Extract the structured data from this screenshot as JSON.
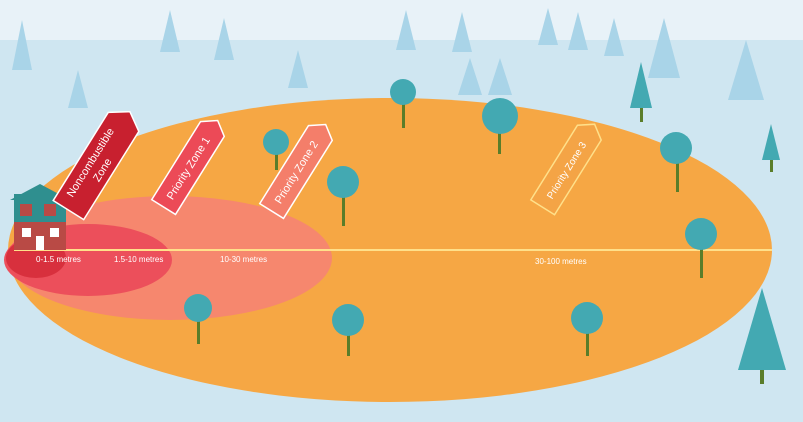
{
  "zones": [
    {
      "label": "Noncombustible Zone",
      "line1": "Noncombustible",
      "line2": "Zone"
    },
    {
      "label": "Priority Zone 1"
    },
    {
      "label": "Priority Zone 2"
    },
    {
      "label": "Priority Zone 3"
    }
  ],
  "distances": [
    {
      "label": "0-1.5 metres"
    },
    {
      "label": "1.5-10 metres"
    },
    {
      "label": "10-30 metres"
    },
    {
      "label": "30-100 metres"
    }
  ],
  "colors": {
    "sky": "#dcecf5",
    "ground": "#c7e2ef",
    "zone3": "#f6a744",
    "zone2": "#f5876a",
    "zone1": "#ee4f5a",
    "zone0": "#d8303d",
    "distanceLine": "#ffe08a",
    "tree": "#43a9b2",
    "distantTree": "#a7d3e8",
    "trunk": "#5a7d2a",
    "house": "#2f8f8f",
    "roof": "#b94a45"
  },
  "icons": [
    "house-icon",
    "tree-icon",
    "pine-tree-icon"
  ]
}
